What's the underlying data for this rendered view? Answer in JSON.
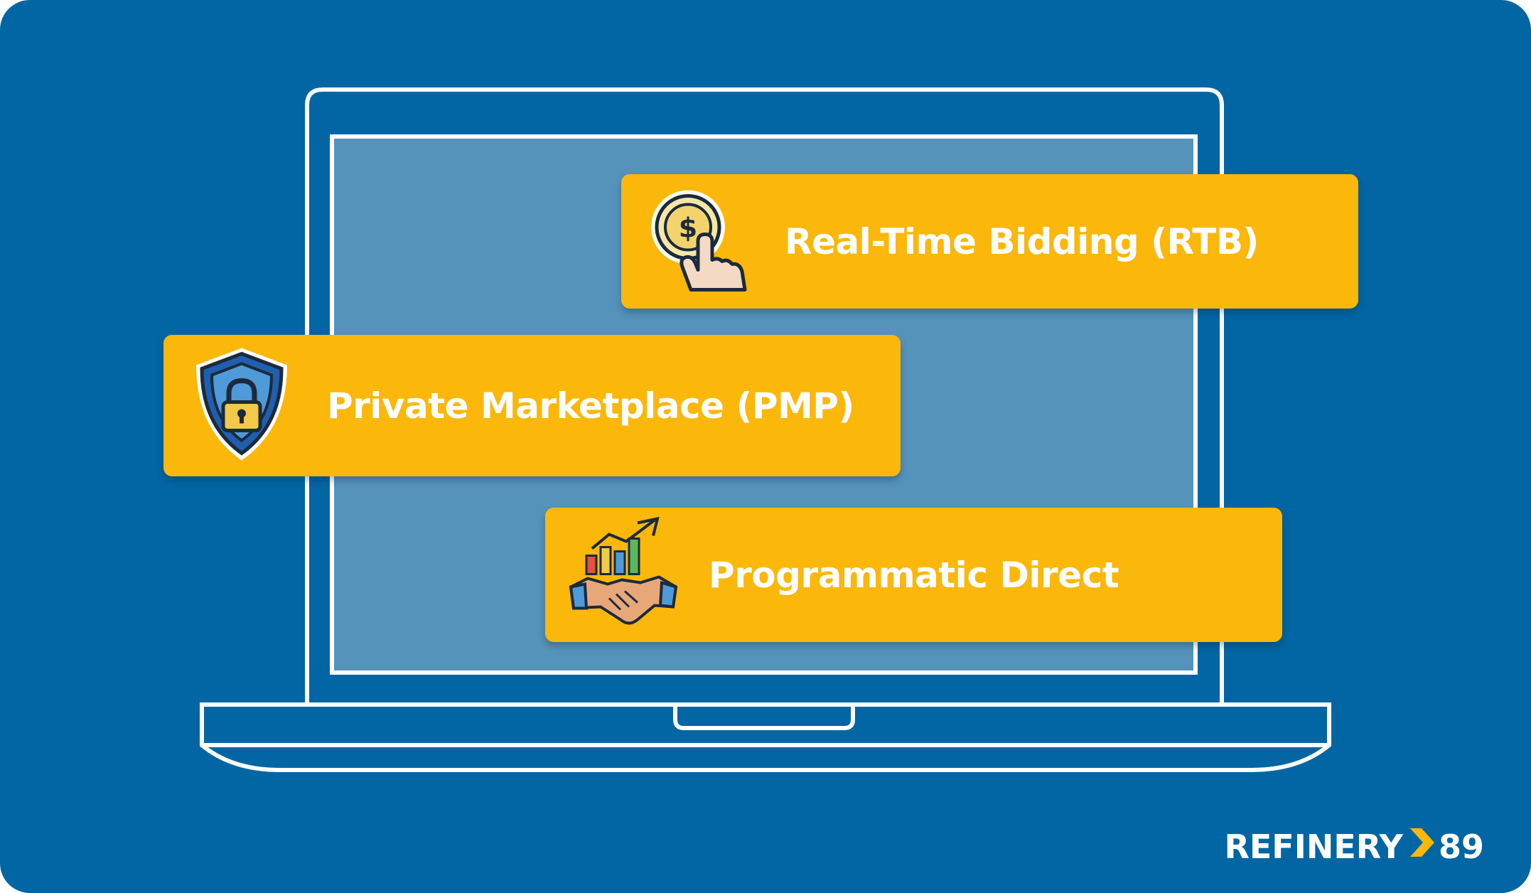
{
  "colors": {
    "background": "#0166a3",
    "screen": "#5593bb",
    "outline": "#ffffff",
    "card": "#fbb70a",
    "card_text": "#ffffff",
    "brand_chevron": "#fbb70a"
  },
  "cards": [
    {
      "label": "Real-Time Bidding (RTB)",
      "icon": "coin-tap-icon"
    },
    {
      "label": "Private Marketplace (PMP)",
      "icon": "shield-lock-icon"
    },
    {
      "label": "Programmatic Direct",
      "icon": "handshake-chart-icon"
    }
  ],
  "brand": {
    "name": "REFINERY",
    "number": "89",
    "icon": "chevron-right-icon"
  }
}
